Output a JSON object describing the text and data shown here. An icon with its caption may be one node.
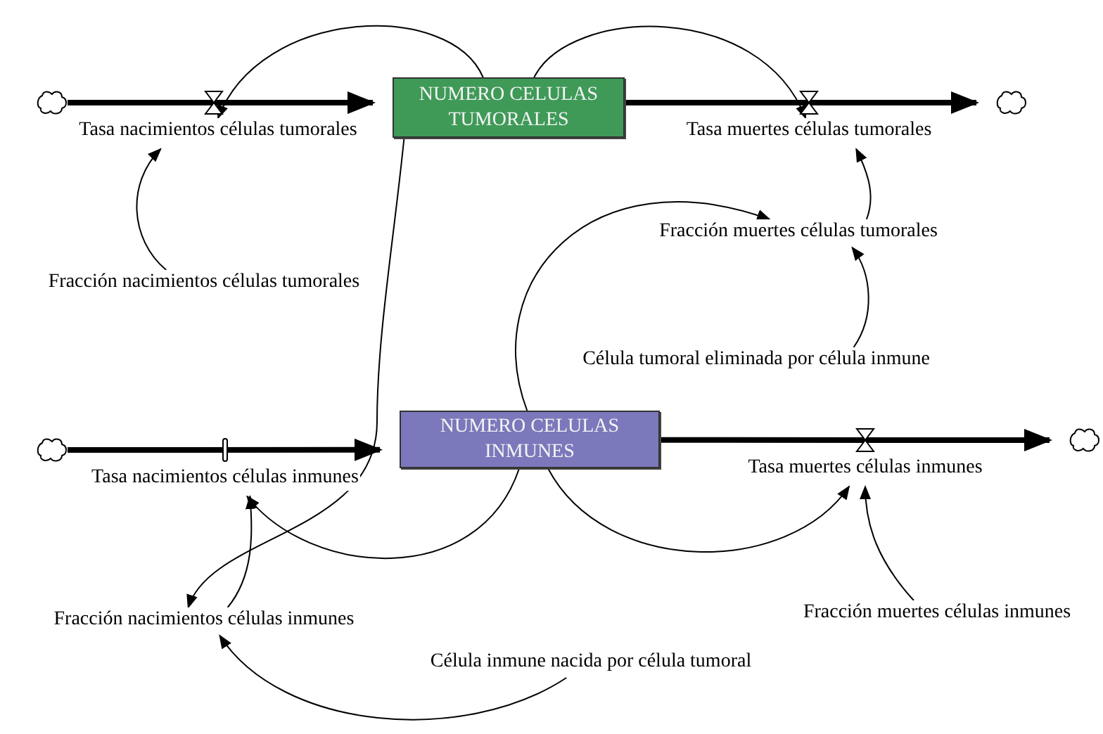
{
  "diagram": {
    "nodes": [
      {
        "text": [],
        "shape": "cloud"
      },
      {
        "text": [
          "NUMERO CELULAS TUMORALES"
        ]
      },
      {
        "text": [],
        "shape": "cloud"
      },
      {
        "text": [
          "Tasa nacimientos células tumorales"
        ]
      },
      {
        "text": [
          "Tasa muertes células tumorales"
        ]
      },
      {
        "text": [
          "Fracción nacimientos células tumorales"
        ]
      },
      {
        "text": [
          "Fracción muertes células tumorales"
        ]
      },
      {
        "text": [
          "Célula tumoral eliminada por célula inmune"
        ]
      },
      {
        "text": [],
        "shape": "cloud"
      },
      {
        "text": [
          "NUMERO CELULAS INMUNES"
        ]
      },
      {
        "text": [],
        "shape": "cloud"
      },
      {
        "text": [
          "Tasa nacimientos células inmunes"
        ]
      },
      {
        "text": [
          "Tasa muertes células inmunes"
        ]
      },
      {
        "text": [
          "Fracción nacimientos células inmunes"
        ]
      },
      {
        "text": [
          "Fracción muertes células inmunes"
        ]
      },
      {
        "text": [
          "Célula inmune nacida por célula tumoral"
        ]
      }
    ],
    "edges": [
      {
        "from": 0,
        "to": 1,
        "arrow": "to",
        "style": "thick"
      },
      {
        "from": 1,
        "to": 2,
        "arrow": "to",
        "style": "thick"
      },
      {
        "from": 8,
        "to": 9,
        "arrow": "to",
        "style": "thick"
      },
      {
        "from": 9,
        "to": 10,
        "arrow": "to",
        "style": "thick"
      },
      {
        "from": 1,
        "to": 3,
        "arrow": "to"
      },
      {
        "from": 1,
        "to": 4,
        "arrow": "to"
      },
      {
        "from": 5,
        "to": 3,
        "arrow": "to"
      },
      {
        "from": 6,
        "to": 4,
        "arrow": "to"
      },
      {
        "from": 7,
        "to": 6,
        "arrow": "to"
      },
      {
        "from": 1,
        "to": 13,
        "arrow": "to"
      },
      {
        "from": 9,
        "to": 6,
        "arrow": "to"
      },
      {
        "from": 9,
        "to": 11,
        "arrow": "to"
      },
      {
        "from": 9,
        "to": 12,
        "arrow": "to"
      },
      {
        "from": 14,
        "to": 12,
        "arrow": "to"
      },
      {
        "from": 13,
        "to": 11,
        "arrow": "to"
      },
      {
        "from": 15,
        "to": 13,
        "arrow": "to"
      }
    ]
  }
}
